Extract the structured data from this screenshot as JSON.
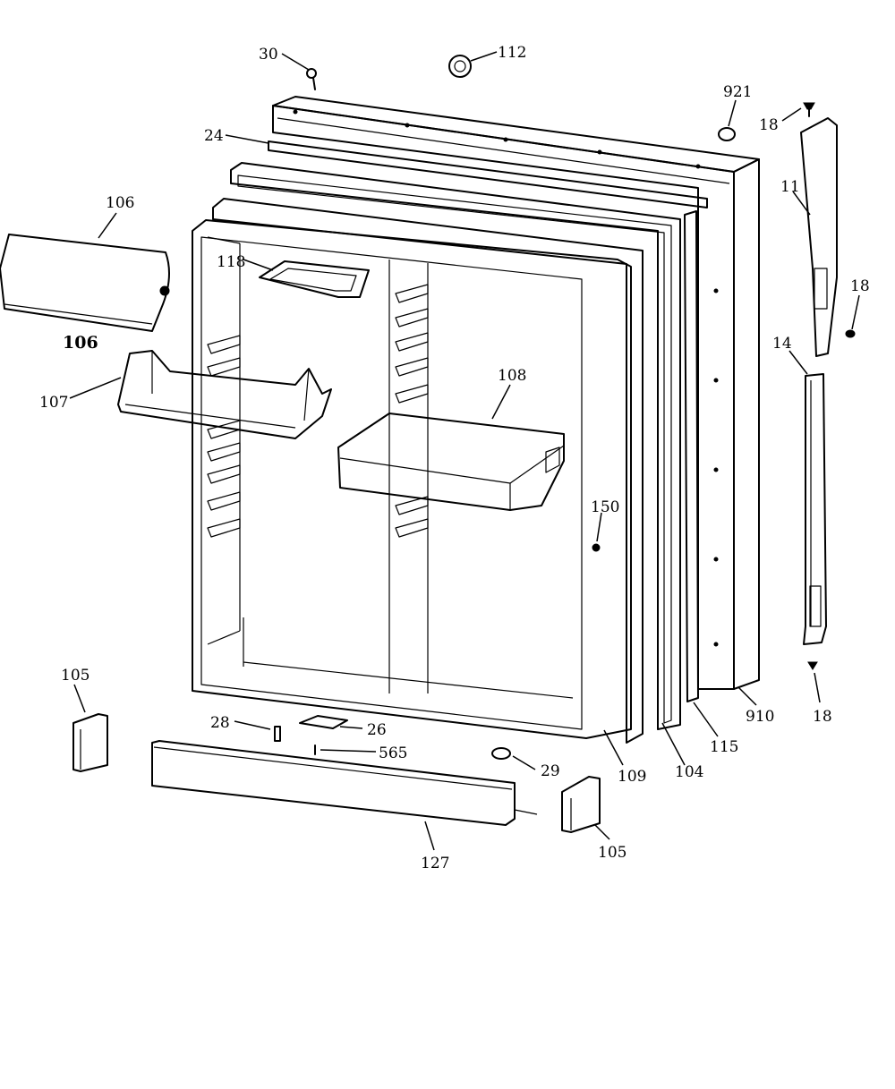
{
  "diagram": {
    "callouts": [
      {
        "id": "c30",
        "text": "30"
      },
      {
        "id": "c112",
        "text": "112"
      },
      {
        "id": "c921",
        "text": "921"
      },
      {
        "id": "c18a",
        "text": "18"
      },
      {
        "id": "c24",
        "text": "24"
      },
      {
        "id": "c11",
        "text": "11"
      },
      {
        "id": "c106a",
        "text": "106"
      },
      {
        "id": "c118",
        "text": "118"
      },
      {
        "id": "c18b",
        "text": "18"
      },
      {
        "id": "c106b",
        "text": "106"
      },
      {
        "id": "c14",
        "text": "14"
      },
      {
        "id": "c107",
        "text": "107"
      },
      {
        "id": "c108",
        "text": "108"
      },
      {
        "id": "c150",
        "text": "150"
      },
      {
        "id": "c105a",
        "text": "105"
      },
      {
        "id": "c28",
        "text": "28"
      },
      {
        "id": "c26",
        "text": "26"
      },
      {
        "id": "c565",
        "text": "565"
      },
      {
        "id": "c29",
        "text": "29"
      },
      {
        "id": "c109",
        "text": "109"
      },
      {
        "id": "c104",
        "text": "104"
      },
      {
        "id": "c115",
        "text": "115"
      },
      {
        "id": "c910",
        "text": "910"
      },
      {
        "id": "c18c",
        "text": "18"
      },
      {
        "id": "c105b",
        "text": "105"
      },
      {
        "id": "c127",
        "text": "127"
      }
    ]
  }
}
